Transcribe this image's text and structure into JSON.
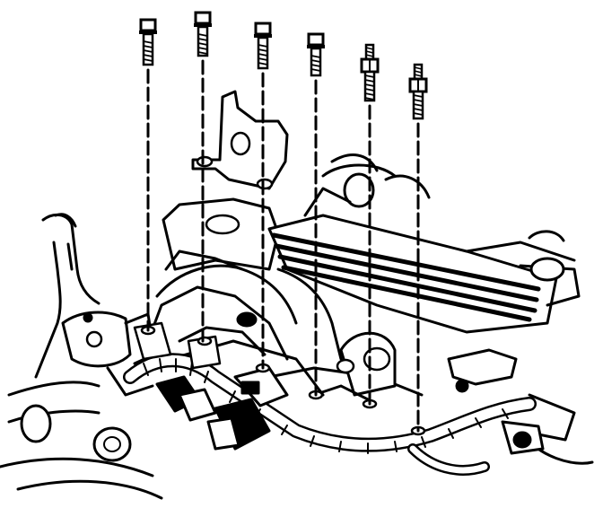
{
  "diagram": {
    "kind": "exploded-view",
    "colors": {
      "ink": "#000000",
      "paper": "#ffffff"
    },
    "fasteners": [
      {
        "id": "bolt-1",
        "type": "bolt"
      },
      {
        "id": "bolt-2",
        "type": "bolt"
      },
      {
        "id": "bolt-3",
        "type": "bolt"
      },
      {
        "id": "bolt-4",
        "type": "bolt"
      },
      {
        "id": "stud-1",
        "type": "stud"
      },
      {
        "id": "stud-2",
        "type": "stud"
      }
    ],
    "components": [
      "bracket",
      "intake-manifold",
      "fuel-rail-cover",
      "wiring-harness",
      "coolant-hose",
      "connector"
    ]
  }
}
